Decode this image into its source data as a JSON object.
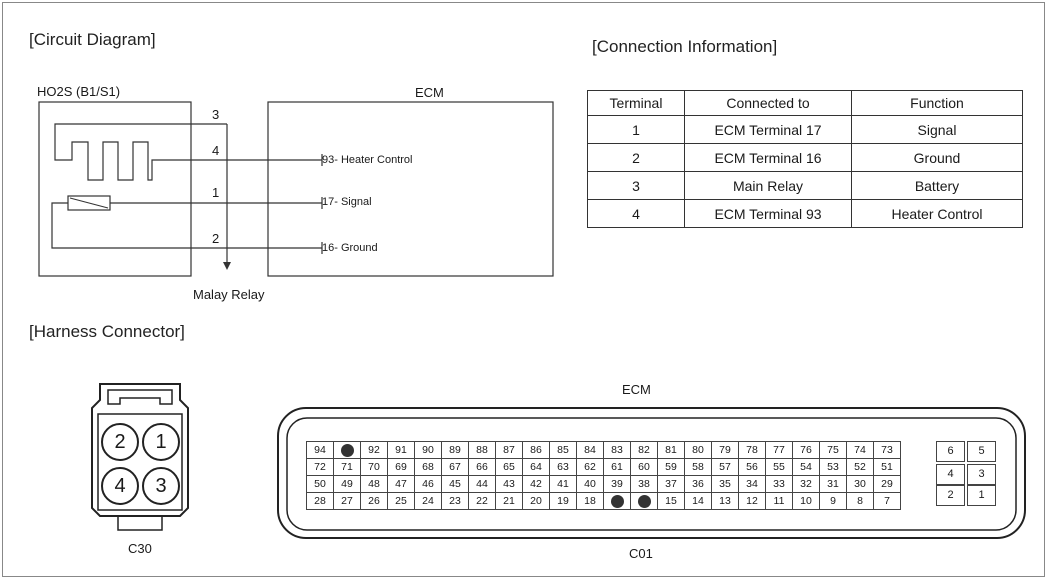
{
  "headings": {
    "circuit": "[Circuit Diagram]",
    "connection": "[Connection Information]",
    "harness": "[Harness Connector]"
  },
  "circuit": {
    "sensor_label": "HO2S (B1/S1)",
    "ecm_label": "ECM",
    "relay_label": "Malay Relay",
    "wires": [
      {
        "pin": "3"
      },
      {
        "pin": "4",
        "ecm": "93- Heater Control"
      },
      {
        "pin": "1",
        "ecm": "17- Signal"
      },
      {
        "pin": "2",
        "ecm": "16- Ground"
      }
    ]
  },
  "connection": {
    "headers": [
      "Terminal",
      "Connected to",
      "Function"
    ],
    "rows": [
      [
        "1",
        "ECM Terminal 17",
        "Signal"
      ],
      [
        "2",
        "ECM Terminal 16",
        "Ground"
      ],
      [
        "3",
        "Main Relay",
        "Battery"
      ],
      [
        "4",
        "ECM Terminal 93",
        "Heater Control"
      ]
    ]
  },
  "harness": {
    "c30": {
      "label": "C30",
      "pins": [
        "2",
        "1",
        "4",
        "3"
      ]
    },
    "ecm": {
      "title": "ECM",
      "label": "C01",
      "rows": [
        [
          "94",
          "",
          "92",
          "91",
          "90",
          "89",
          "88",
          "87",
          "86",
          "85",
          "84",
          "83",
          "82",
          "81",
          "80",
          "79",
          "78",
          "77",
          "76",
          "75",
          "74",
          "73"
        ],
        [
          "72",
          "71",
          "70",
          "69",
          "68",
          "67",
          "66",
          "65",
          "64",
          "63",
          "62",
          "61",
          "60",
          "59",
          "58",
          "57",
          "56",
          "55",
          "54",
          "53",
          "52",
          "51"
        ],
        [
          "50",
          "49",
          "48",
          "47",
          "46",
          "45",
          "44",
          "43",
          "42",
          "41",
          "40",
          "39",
          "38",
          "37",
          "36",
          "35",
          "34",
          "33",
          "32",
          "31",
          "30",
          "29"
        ],
        [
          "28",
          "27",
          "26",
          "25",
          "24",
          "23",
          "22",
          "21",
          "20",
          "19",
          "18",
          "",
          "",
          "15",
          "14",
          "13",
          "12",
          "11",
          "10",
          "9",
          "8",
          "7"
        ]
      ],
      "side": [
        [
          "6",
          "5"
        ],
        [
          "4",
          "3"
        ],
        [
          "2",
          "1"
        ]
      ]
    }
  }
}
